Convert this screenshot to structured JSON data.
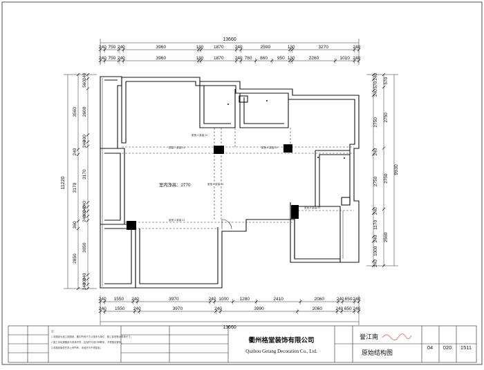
{
  "drawing": {
    "overall_width_label": "13660",
    "right_total_label": "9930",
    "left_total_label": "11220",
    "room_net_height_label": "室内净高：2770",
    "top_dims_row1": [
      "240",
      "750",
      "240",
      "3960",
      "130",
      "1870",
      "240",
      "2590",
      "130",
      "3270",
      "240"
    ],
    "top_dims_row2": [
      "240",
      "750",
      "240",
      "3960",
      "130",
      "1870",
      "240",
      "780",
      "860",
      "950",
      "130",
      "2260",
      "1010",
      "240"
    ],
    "bottom_dims_row1": [
      "240",
      "1550",
      "240",
      "3970",
      "240",
      "1000",
      "1280",
      "2410",
      "2060",
      "240",
      "650",
      "240"
    ],
    "bottom_dims_row2": [
      "240",
      "1550",
      "240",
      "3970",
      "240",
      "3990",
      "2060",
      "240",
      "650",
      "240"
    ],
    "left_dims_outer": [
      "3560",
      "240",
      "3170",
      "360",
      "2850"
    ],
    "left_dims_inner": [
      "240",
      "560",
      "2600",
      "400",
      "240",
      "3170",
      "240",
      "240",
      "300",
      "240",
      "3050",
      "240",
      "300",
      "240"
    ],
    "right_dims_inner": [
      "240",
      "570",
      "240",
      "2750",
      "240",
      "2750",
      "240",
      "1170",
      "240",
      "1000",
      "240"
    ],
    "right_dims_outer": [
      "570",
      "2750",
      "2750",
      "2560"
    ],
    "beam_labels": [
      "梁宽:4 梁高:10",
      "梁高:7 梁高:24",
      "梁宽:6 梁高:25",
      "梁宽:9 梁高:76",
      "梁宽:4 梁高:13",
      "梁宽:4 梁高:25"
    ]
  },
  "title_block": {
    "notes": [
      "注：",
      "1.本图纸为施工用图纸，图中所有尺寸以毫米为单位，施工前请核对现场尺寸。",
      "2.施工中如遇图纸与现场不符，应及时与设计师联系，不得擅自更改。",
      "3.本图纸版权归本公司所有，未经许可不得复制。"
    ],
    "company_cn": "衢州格堂装饰有限公司",
    "company_en": "Quzhou Getang Decoration Co., Ltd.",
    "project_name": "誉江南",
    "drawing_title": "原始结构图",
    "codes": [
      "04",
      "020",
      "1511"
    ]
  }
}
